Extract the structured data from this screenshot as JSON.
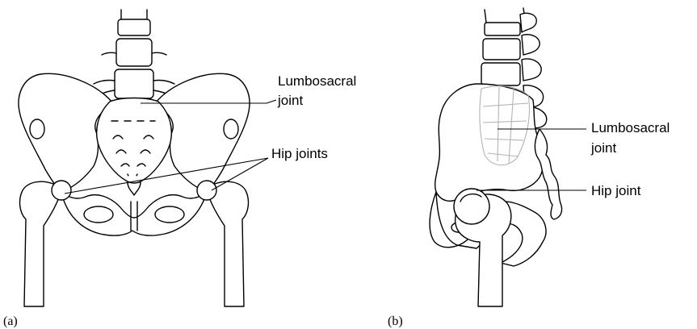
{
  "panel_a": {
    "tag": "(a)",
    "label_lumbosacral_line1": "Lumbosacral",
    "label_lumbosacral_line2": "joint",
    "label_hip": "Hip joints"
  },
  "panel_b": {
    "tag": "(b)",
    "label_lumbosacral_line1": "Lumbosacral",
    "label_lumbosacral_line2": "joint",
    "label_hip": "Hip joint"
  }
}
